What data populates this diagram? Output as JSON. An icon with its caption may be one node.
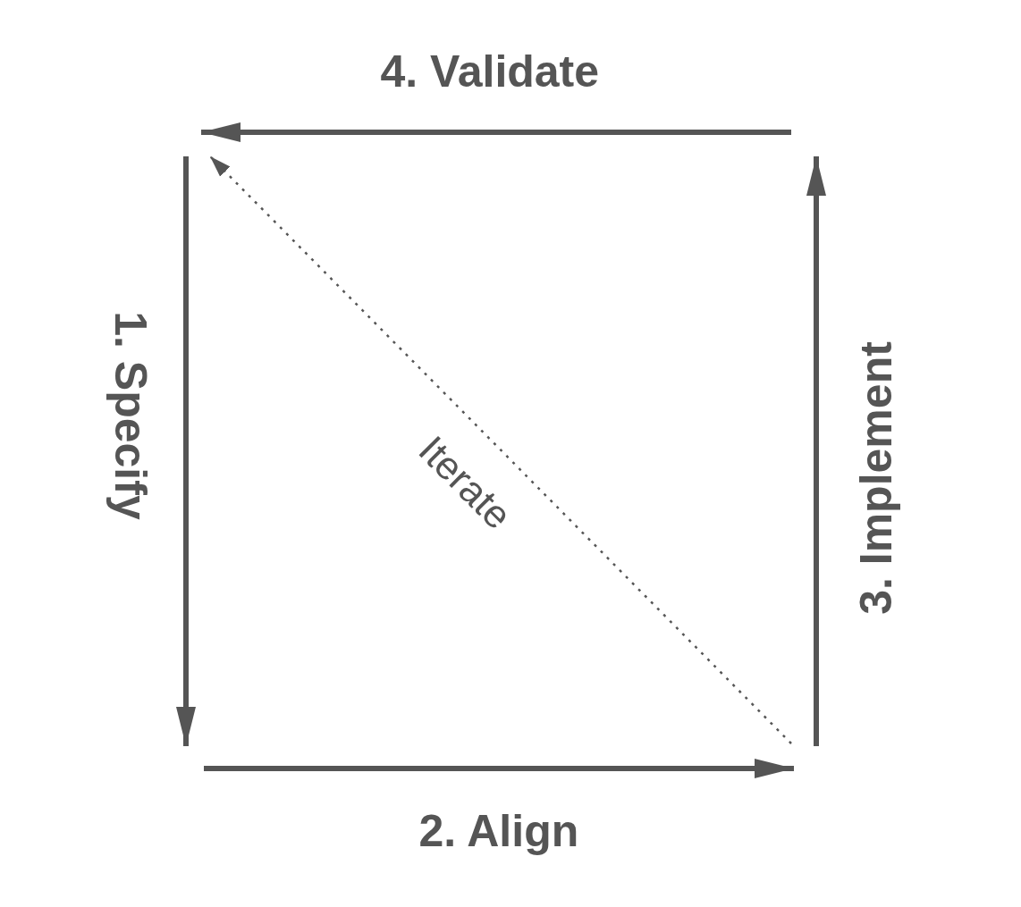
{
  "diagram": {
    "labels": [
      "4. Validate",
      "1. Specify",
      "Iterate",
      "3. Implement",
      "2. Align"
    ]
  }
}
